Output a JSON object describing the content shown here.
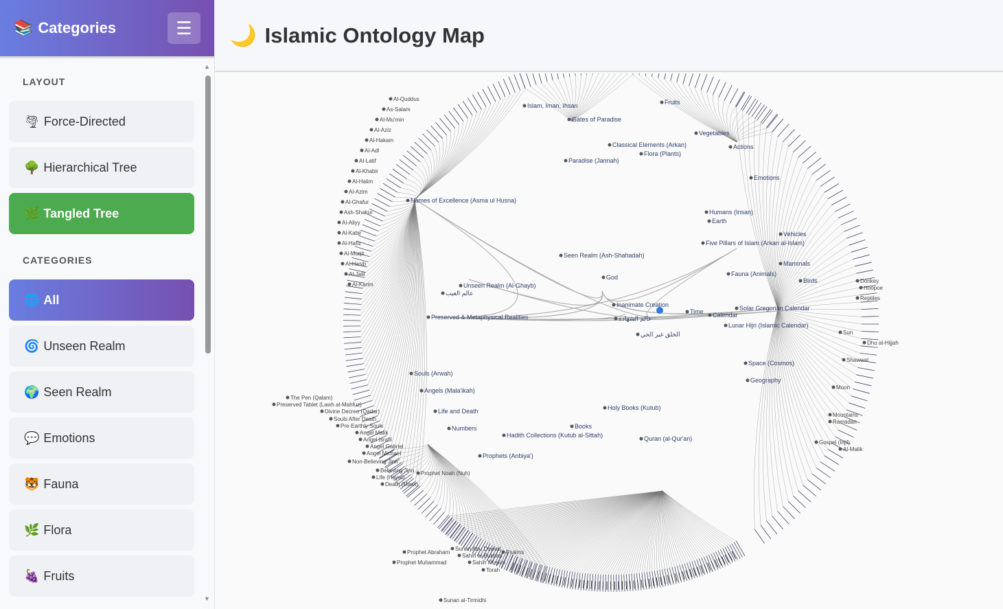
{
  "sidebar": {
    "title": "Categories",
    "icon": "books-icon",
    "menu_icon": "hamburger-icon",
    "layout_heading": "LAYOUT",
    "layouts": [
      {
        "label": "Force-Directed",
        "icon": "🌪"
      },
      {
        "label": "Hierarchical Tree",
        "icon": "🌳"
      },
      {
        "label": "Tangled Tree",
        "icon": "🌿",
        "active": true
      }
    ],
    "categories_heading": "CATEGORIES",
    "categories": [
      {
        "label": "All",
        "icon": "🌐",
        "active": true
      },
      {
        "label": "Unseen Realm",
        "icon": "🌀"
      },
      {
        "label": "Seen Realm",
        "icon": "🌍"
      },
      {
        "label": "Emotions",
        "icon": "💬"
      },
      {
        "label": "Fauna",
        "icon": "🐯"
      },
      {
        "label": "Flora",
        "icon": "🌿"
      },
      {
        "label": "Fruits",
        "icon": "🍇"
      }
    ]
  },
  "header": {
    "title": "Islamic Ontology Map",
    "icon": "🌙"
  },
  "colors": {
    "active_layout": "#4caa4f",
    "active_category": "#7060c8",
    "edge": "#888888"
  },
  "graph": {
    "nodes": [
      "God",
      "Seen Realm (Ash-Shahadah)",
      "Unseen Realm (Al-Ghayb)",
      "عالم الغيب",
      "Inanimate Creation",
      "الخلق غير الحي",
      "عالم الشهادة",
      "Preserved & Metaphysical Realities",
      "Names of Excellence (Asma ul Husna)",
      "Time",
      "Calendar",
      "Solar Gregorian Calendar",
      "Lunar Hijri (Islamic Calendar)",
      "Space (Cosmos)",
      "Geography",
      "Fauna (Animals)",
      "Mammals",
      "Birds",
      "Humans (Insan)",
      "Earth",
      "Five Pillars of Islam (Arkan al-Islam)",
      "Emotions",
      "Actions",
      "Vehicles",
      "Vegetables",
      "Fruits",
      "Flora (Plants)",
      "Classical Elements (Arkan)",
      "Paradise (Jannah)",
      "Gates of Paradise",
      "Islam, Iman, Ihsan",
      "Souls (Arwah)",
      "Angels (Mala'ikah)",
      "Life and Death",
      "Numbers",
      "Prophets (Anbiya')",
      "Hadith Collections (Kutub al-Sittah)",
      "Books",
      "Holy Books (Kutub)",
      "Quran (al-Qur'an)",
      "Preserved Tablet (Lawh al-Mahfuz)",
      "The Pen (Qalam)",
      "Divine Decree (Qadar)",
      "Souls After Death",
      "Pre-Earthly Souls",
      "Angel Malik",
      "Angel Israfil",
      "Angel Gabriel",
      "Angel Michael",
      "Non-Believing Jinn",
      "Believing Jinn",
      "Life (Hayat)",
      "Death (Mawt)",
      "Prophet Noah (Nuh)",
      "Prophet Muhammad",
      "Prophet Abraham",
      "Sunan al-Tirmidhi",
      "Sunan Abu Dawud",
      "Sahih al-Bukhari",
      "Sahih Muslim",
      "Torah",
      "Psalms",
      "Gospel (Injil)",
      "Ramadan",
      "Shawwal",
      "Dhu al-Hijjah",
      "Donkey",
      "Hoopoe",
      "Reptiles",
      "Sun",
      "Moon",
      "Mountains",
      "Al-Malik",
      "Al-Quddus",
      "As-Salam",
      "Al-Mu'min",
      "Al-Aziz",
      "Al-Hakam",
      "Al-Adl",
      "Al-Latif",
      "Al-Khabir",
      "Al-Halim",
      "Al-Azim",
      "Al-Ghafur",
      "Ash-Shakur",
      "Al-Aliyy",
      "Al-Kabir",
      "Al-Hafiz",
      "Al-Muqit",
      "Al-Hasib",
      "Al-Jalil",
      "Al-Karim"
    ]
  }
}
